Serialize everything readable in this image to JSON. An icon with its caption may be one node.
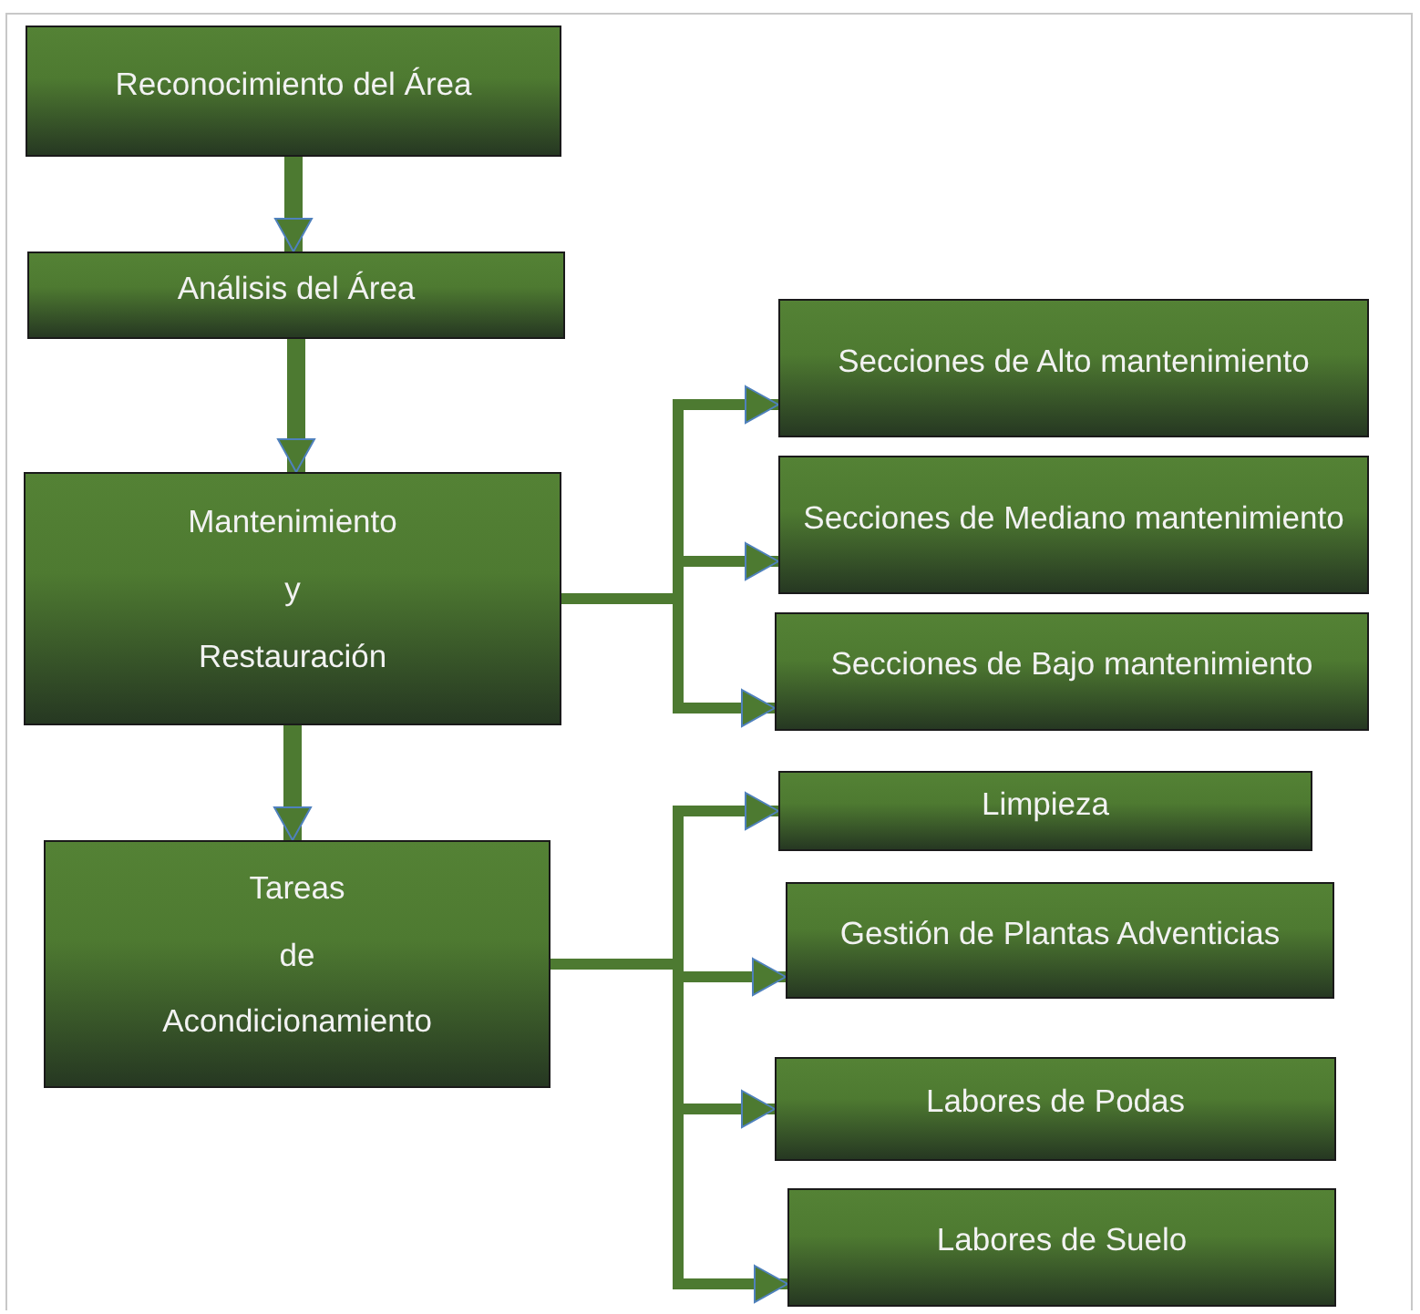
{
  "diagram": {
    "nodes": [
      {
        "text": [
          "Reconocimiento del Área"
        ]
      },
      {
        "text": [
          "Análisis del Área"
        ]
      },
      {
        "text": [
          "Mantenimiento",
          "y",
          "Restauración"
        ]
      },
      {
        "text": [
          "Tareas",
          "de",
          "Acondicionamiento"
        ]
      },
      {
        "text": [
          "Secciones de Alto mantenimiento"
        ]
      },
      {
        "text": [
          "Secciones de Mediano mantenimiento"
        ]
      },
      {
        "text": [
          "Secciones de Bajo mantenimiento"
        ]
      },
      {
        "text": [
          "Limpieza"
        ]
      },
      {
        "text": [
          "Gestión de Plantas Adventicias"
        ]
      },
      {
        "text": [
          "Labores de Podas"
        ]
      },
      {
        "text": [
          "Labores de Suelo"
        ]
      }
    ],
    "edges": [
      {
        "from": 0,
        "to": 1,
        "arrow": "to"
      },
      {
        "from": 1,
        "to": 2,
        "arrow": "to"
      },
      {
        "from": 2,
        "to": 3,
        "arrow": "to"
      },
      {
        "from": 2,
        "to": 4,
        "arrow": "to"
      },
      {
        "from": 2,
        "to": 5,
        "arrow": "to"
      },
      {
        "from": 2,
        "to": 6,
        "arrow": "to"
      },
      {
        "from": 3,
        "to": 7,
        "arrow": "to"
      },
      {
        "from": 3,
        "to": 8,
        "arrow": "to"
      },
      {
        "from": 3,
        "to": 9,
        "arrow": "to"
      },
      {
        "from": 3,
        "to": 10,
        "arrow": "to"
      }
    ]
  }
}
